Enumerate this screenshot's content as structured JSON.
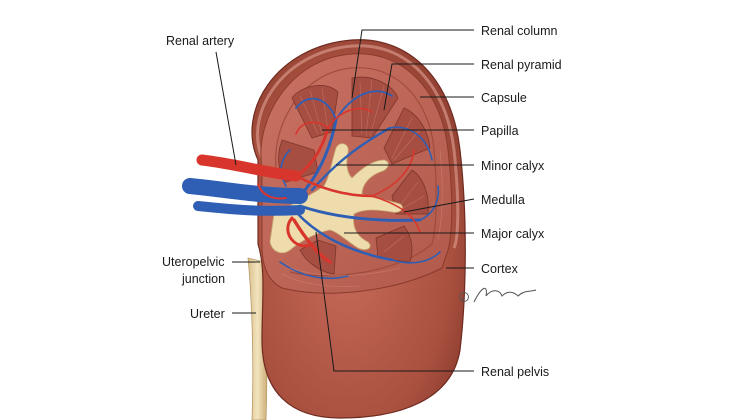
{
  "labels": {
    "renal_artery": "Renal artery",
    "renal_column": "Renal column",
    "renal_pyramid": "Renal pyramid",
    "capsule": "Capsule",
    "papilla": "Papilla",
    "minor_calyx": "Minor calyx",
    "medulla": "Medulla",
    "major_calyx": "Major calyx",
    "cortex": "Cortex",
    "uteropelvic_line1": "Uteropelvic",
    "uteropelvic_line2": "junction",
    "ureter": "Ureter",
    "renal_pelvis": "Renal pelvis"
  },
  "signature": "Fairman",
  "colors": {
    "kidney_outer": "#9e4a3a",
    "kidney_inner": "#c5685a",
    "cortex": "#b85a4a",
    "pyramid": "#a85045",
    "calyx": "#efe0b6",
    "artery": "#d8362d",
    "vein": "#2f5fb5",
    "ureter": "#e6d2a6"
  }
}
